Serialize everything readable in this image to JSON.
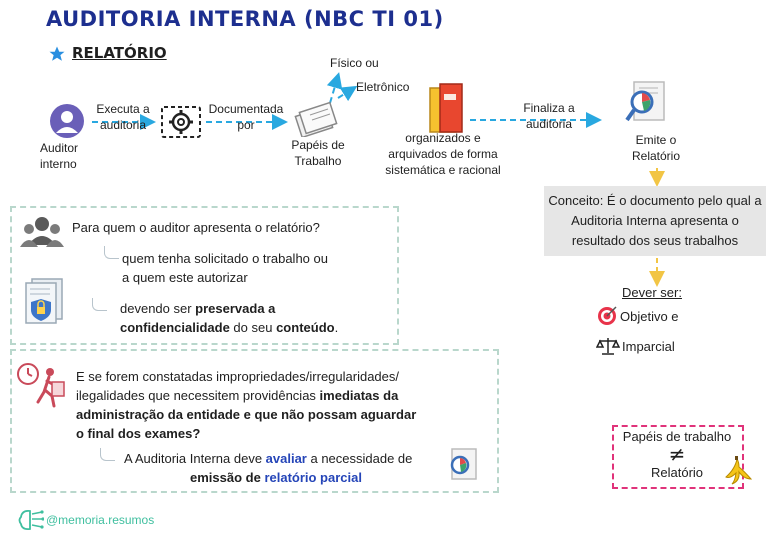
{
  "title": "AUDITORIA INTERNA (NBC TI 01)",
  "section": "RELATÓRIO",
  "flow": {
    "actor": "Auditor interno",
    "edge1": "Executa a auditoria",
    "edge2": "Documentada por",
    "papers": "Papéis de Trabalho",
    "branch": [
      "Físico ou",
      "Eletrônico"
    ],
    "organized": "organizados e arquivados de forma sistemática e racional",
    "edge3": "Finaliza a auditoria",
    "report": "Emite o Relatório"
  },
  "concept": "Conceito: É o documento pelo qual a Auditoria Interna apresenta o resultado dos seus trabalhos",
  "must_be": {
    "heading": "Dever ser:",
    "items": [
      "Objetivo e",
      "Imparcial"
    ]
  },
  "box1": {
    "question": "Para quem o auditor apresenta o relatório?",
    "answer1": [
      "quem tenha solicitado o trabalho ou",
      "a quem este autorizar"
    ],
    "answer2_pre": "devendo ser ",
    "answer2_b1": "preservada a",
    "answer2_b2": "confidencialidade",
    "answer2_mid": " do seu ",
    "answer2_b3": "conteúdo",
    "answer2_end": "."
  },
  "box2": {
    "q1": "E se forem constatadas impropriedades/irregularidades/",
    "q2_pre": "ilegalidades que necessitem providências ",
    "q2_bold": "imediatas da",
    "q3": "administração da entidade e que não possam aguardar",
    "q4": "o final dos exames?",
    "a_pre": "A Auditoria Interna deve ",
    "a_blue": "avaliar",
    "a_mid": " a necessidade de",
    "a2_bold": "emissão de ",
    "a2_blue": "relatório parcial"
  },
  "neq_box": {
    "top": "Papéis de trabalho",
    "symbol": "≠",
    "bottom": "Relatório"
  },
  "footer": "@memoria.resumos",
  "colors": {
    "title": "#1d2f8f",
    "arrow": "#29a8e0",
    "concept_bg": "#e6e6e6",
    "accent_pink": "#e0337a",
    "box_border": "#b9d7cc"
  }
}
